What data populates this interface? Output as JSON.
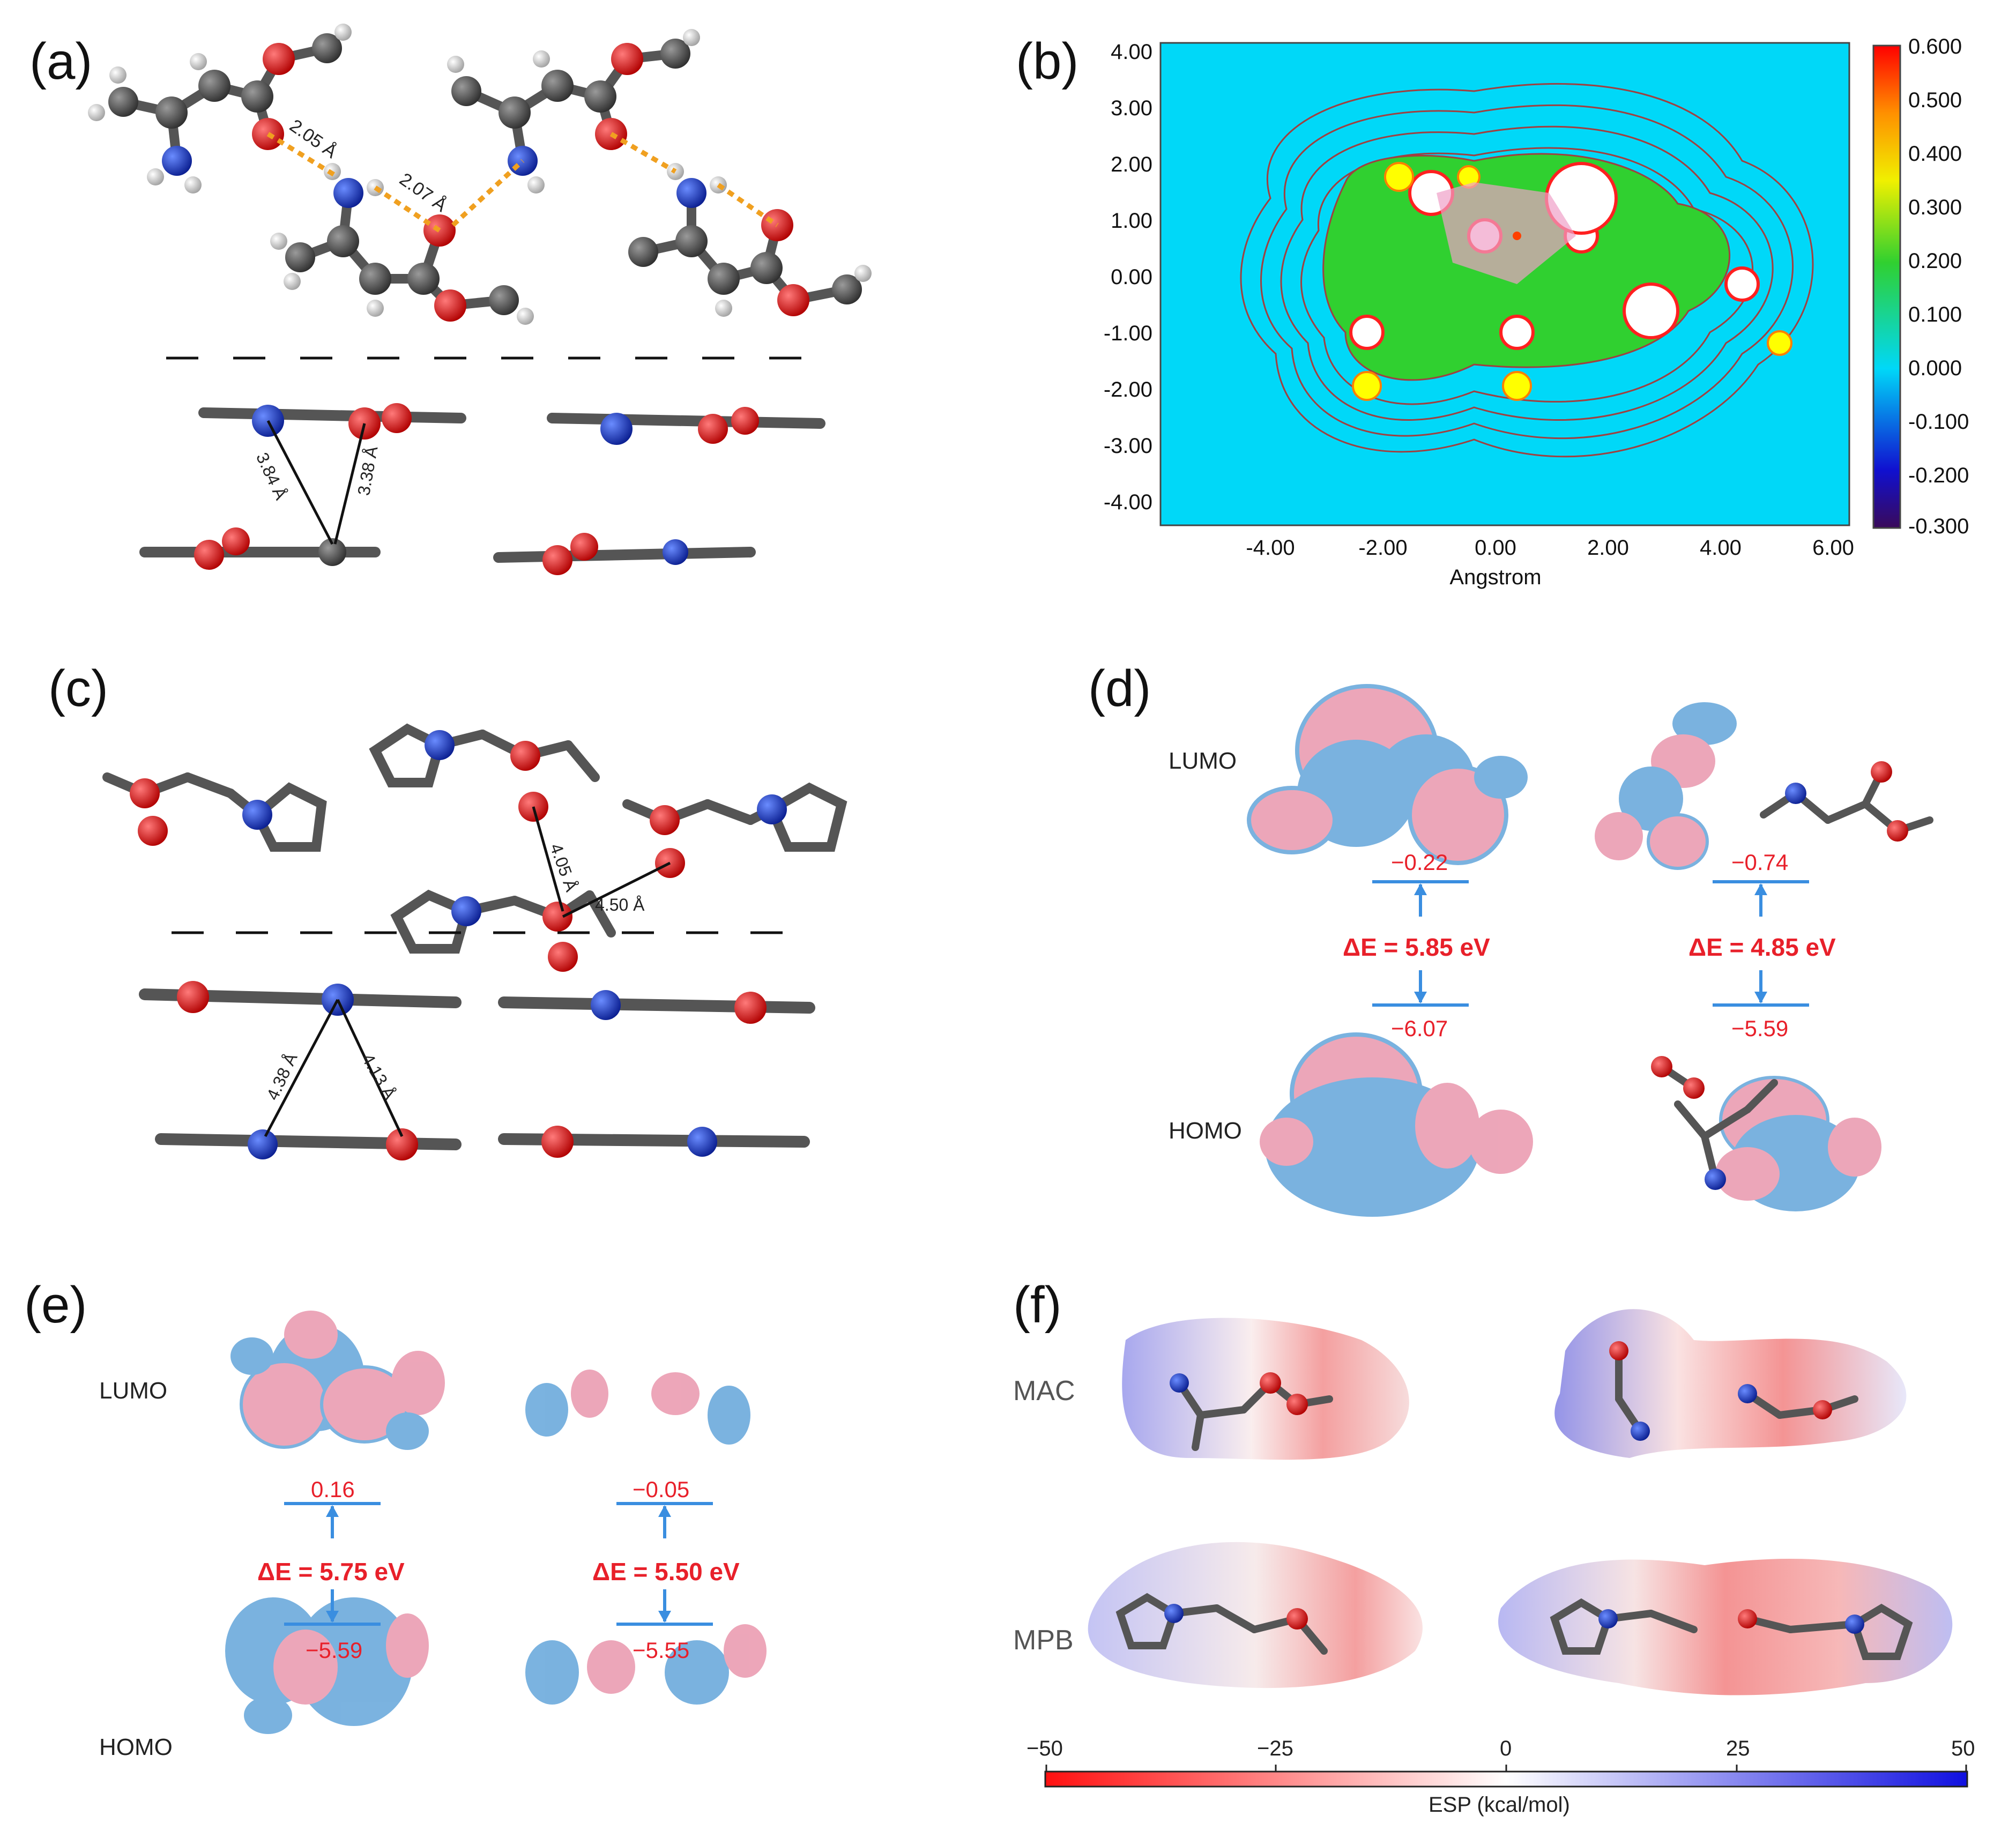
{
  "panels": {
    "a": {
      "label": "(a)",
      "distances": [
        "2.05 Å",
        "2.07 Å",
        "3.84 Å",
        "3.38 Å"
      ]
    },
    "b": {
      "label": "(b)",
      "xlabel": "Angstrom",
      "colorbar_ticks": [
        "0.600",
        "0.500",
        "0.400",
        "0.300",
        "0.200",
        "0.100",
        "0.000",
        "-0.100",
        "-0.200",
        "-0.300"
      ]
    },
    "c": {
      "label": "(c)",
      "distances": [
        "4.05 Å",
        "4.50 Å",
        "4.38 Å",
        "4.13 Å"
      ]
    },
    "d": {
      "label": "(d)",
      "lumo_label": "LUMO",
      "homo_label": "HOMO",
      "left": {
        "lumo": "−0.22",
        "gap": "ΔE = 5.85 eV",
        "homo": "−6.07"
      },
      "right": {
        "lumo": "−0.74",
        "gap": "ΔE = 4.85 eV",
        "homo": "−5.59"
      }
    },
    "e": {
      "label": "(e)",
      "lumo_label": "LUMO",
      "homo_label": "HOMO",
      "left": {
        "lumo": "0.16",
        "gap": "ΔE = 5.75 eV",
        "homo": "−5.59"
      },
      "right": {
        "lumo": "−0.05",
        "gap": "ΔE = 5.50 eV",
        "homo": "−5.55"
      }
    },
    "f": {
      "label": "(f)",
      "row1": "MAC",
      "row2": "MPB",
      "colorbar_ticks": [
        "−50",
        "−25",
        "0",
        "25",
        "50"
      ],
      "colorbar_title": "ESP (kcal/mol)"
    }
  },
  "chart_data": {
    "type": "heatmap",
    "xlabel": "Angstrom",
    "x_ticks": [
      "-4.00",
      "-2.00",
      "0.00",
      "2.00",
      "4.00",
      "6.00"
    ],
    "y_ticks": [
      "4.00",
      "3.00",
      "2.00",
      "1.00",
      "0.00",
      "-1.00",
      "-2.00",
      "-3.00",
      "-4.00"
    ],
    "xlim": [
      -6.0,
      6.2
    ],
    "ylim": [
      -4.3,
      4.2
    ],
    "colorbar_range": [
      -0.3,
      0.6
    ]
  },
  "colors": {
    "carbon": "#4a4a4a",
    "oxygen": "#e01010",
    "nitrogen": "#1030c0",
    "hydrogen": "#e6e6e6",
    "hbond": "#f0a020",
    "orbital_blue": "#5aa0d8",
    "orbital_pink": "#e890a8",
    "level_line": "#3a8ee0",
    "value_red": "#e8202a"
  }
}
